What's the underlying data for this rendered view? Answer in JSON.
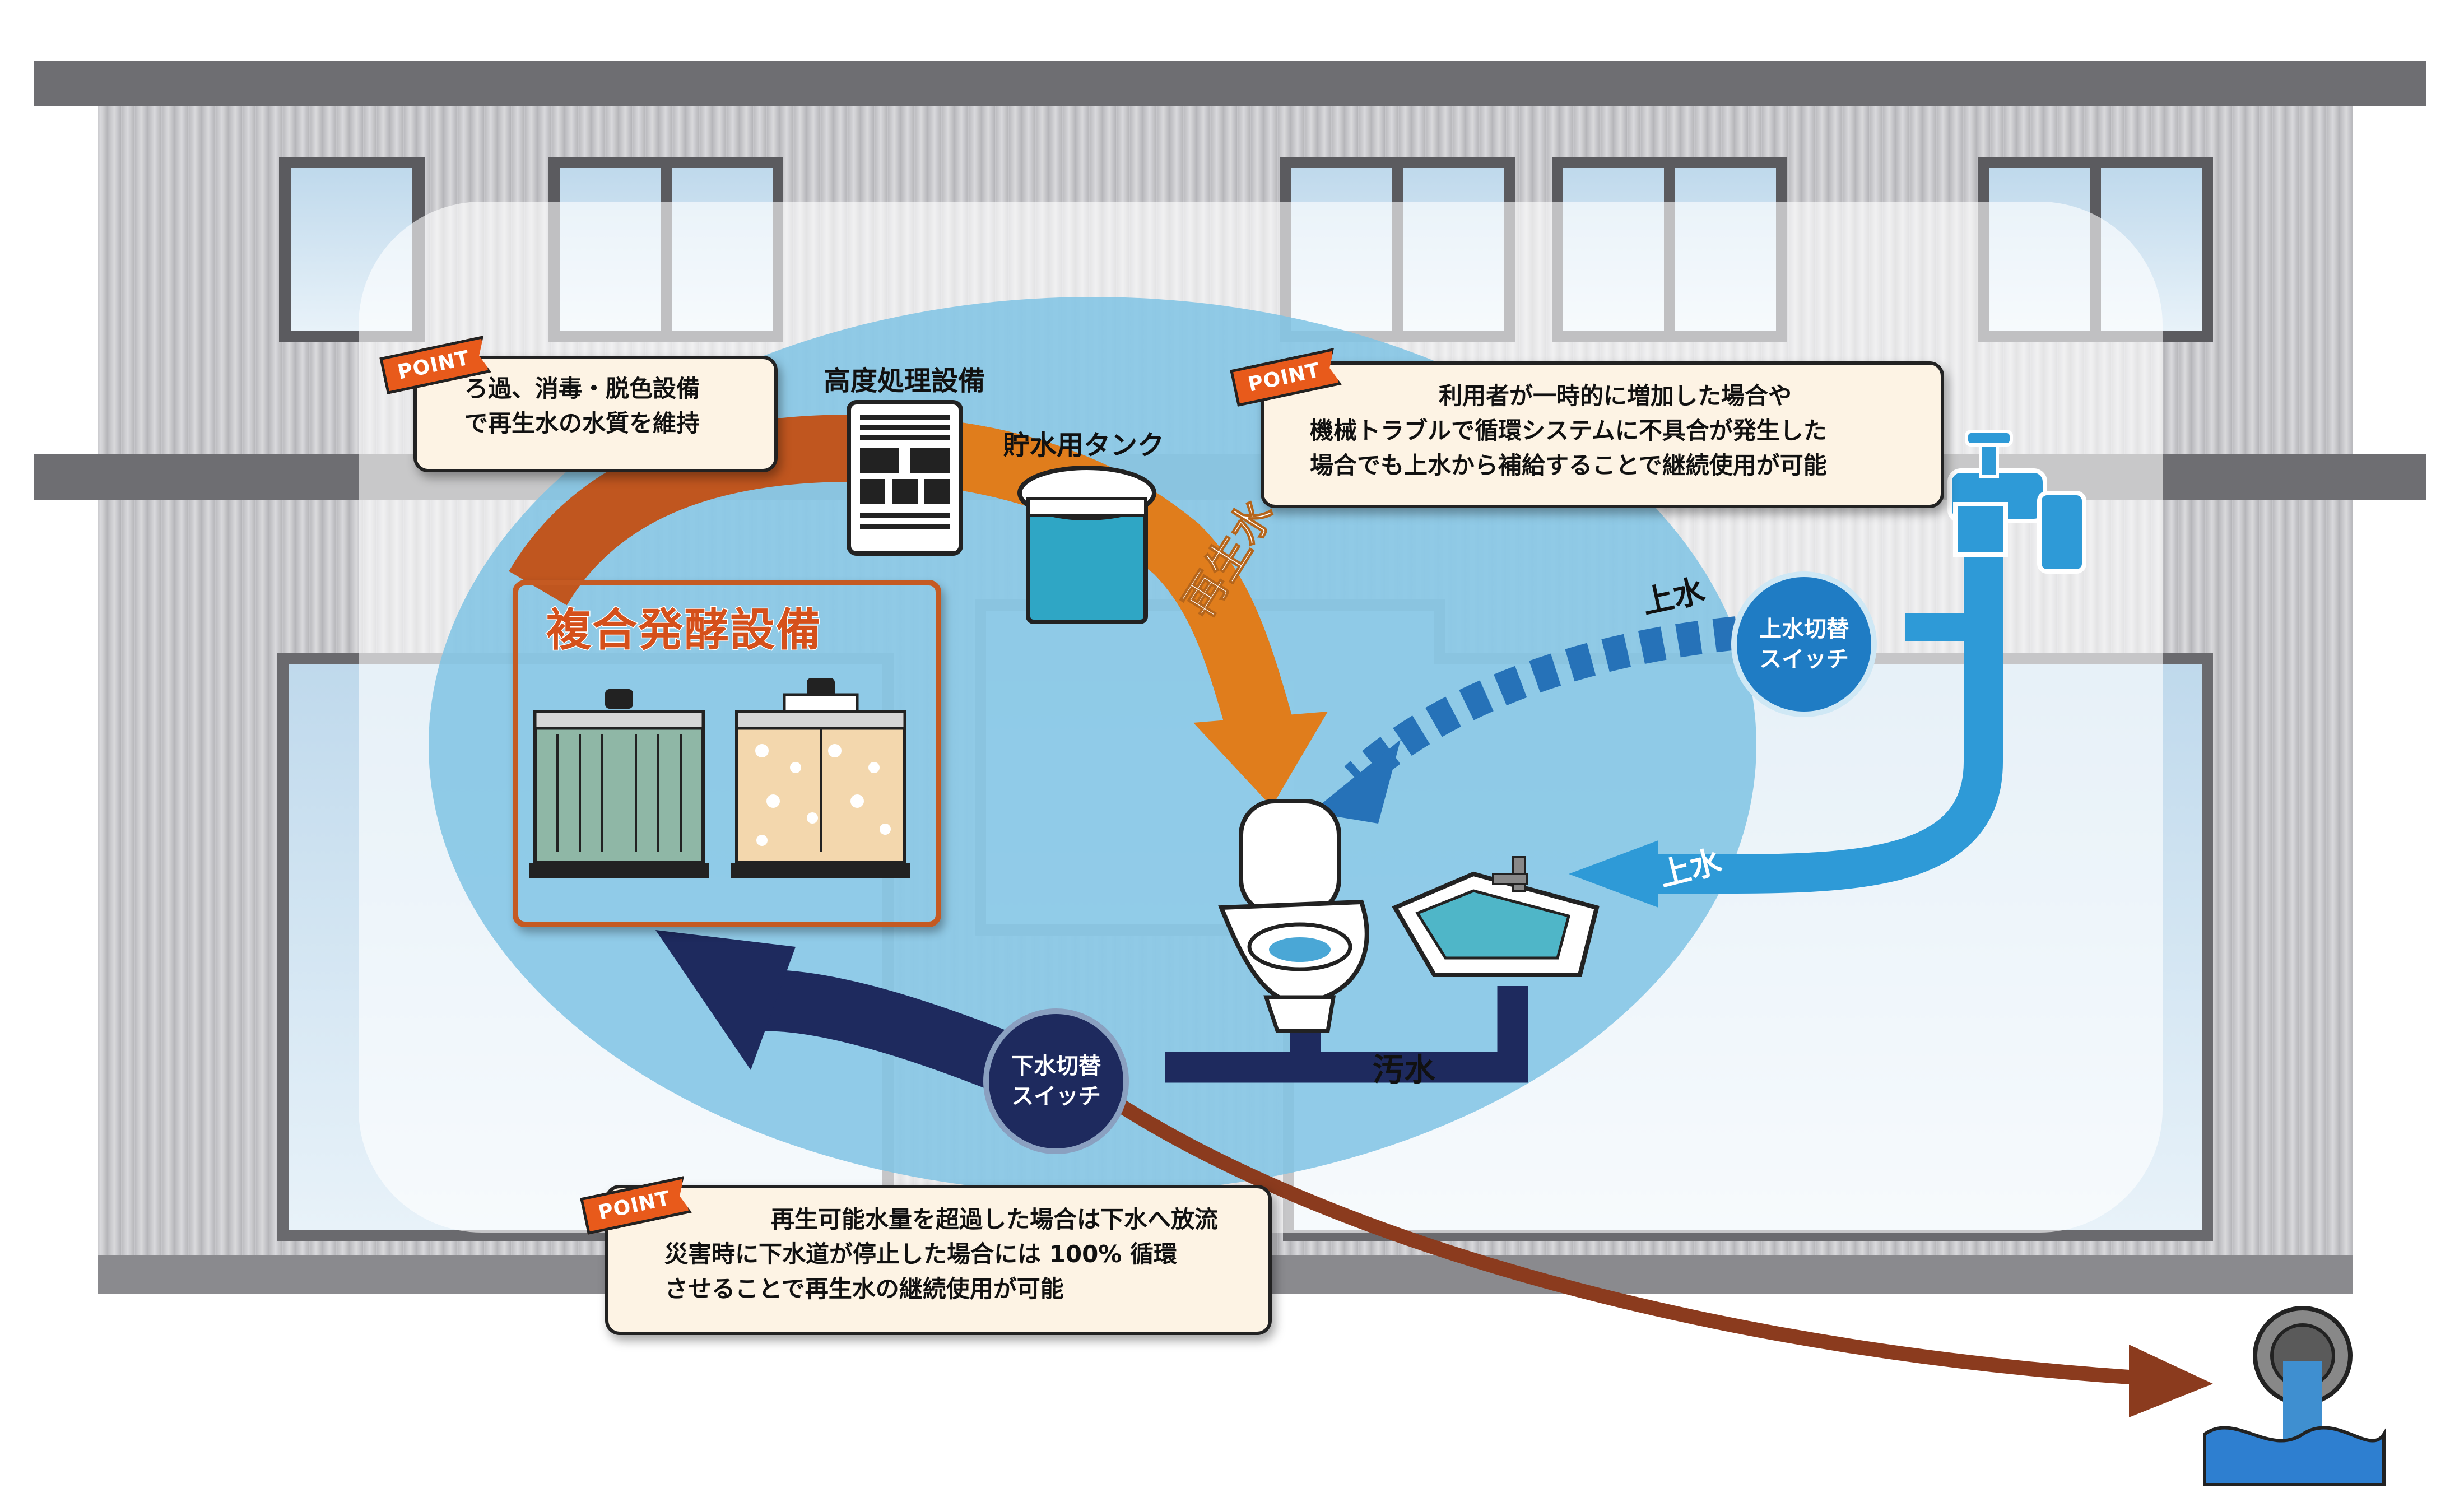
{
  "points": [
    {
      "tag": "POINT",
      "lines": [
        "ろ過、消毒・脱色設備",
        "で再生水の水質を維持"
      ]
    },
    {
      "tag": "POINT",
      "lines": [
        "利用者が一時的に増加した場合や",
        "機械トラブルで循環システムに不具合が発生した",
        "場合でも上水から補給することで継続使用が可能"
      ]
    },
    {
      "tag": "POINT",
      "lines": [
        "再生可能水量を超過した場合は下水へ放流",
        "災害時に下水道が停止した場合には 100% 循環",
        "させることで再生水の継続使用が可能"
      ]
    }
  ],
  "labels": {
    "advanced_treatment": "高度処理設備",
    "storage_tank": "貯水用タンク",
    "recycled_water": "再生水",
    "tap_water_1": "上水",
    "tap_water_2": "上水",
    "wastewater": "汚水",
    "fermentation": "複合発酵設備"
  },
  "switches": {
    "tap": [
      "上水切替",
      "スイッチ"
    ],
    "sewer": [
      "下水切替",
      "スイッチ"
    ]
  },
  "colors": {
    "orange_flow": "#e07d1c",
    "dark_orange_flow": "#c0561f",
    "tap_blue": "#2e9ad7",
    "navy": "#1e2a5e",
    "brown_drain": "#8b3b1e",
    "circle_blue": "#7fc3e4"
  },
  "icons": [
    "advanced-treatment-unit-icon",
    "storage-tank-icon",
    "toilet-icon",
    "sink-icon",
    "faucet-icon",
    "sewer-pipe-icon"
  ]
}
